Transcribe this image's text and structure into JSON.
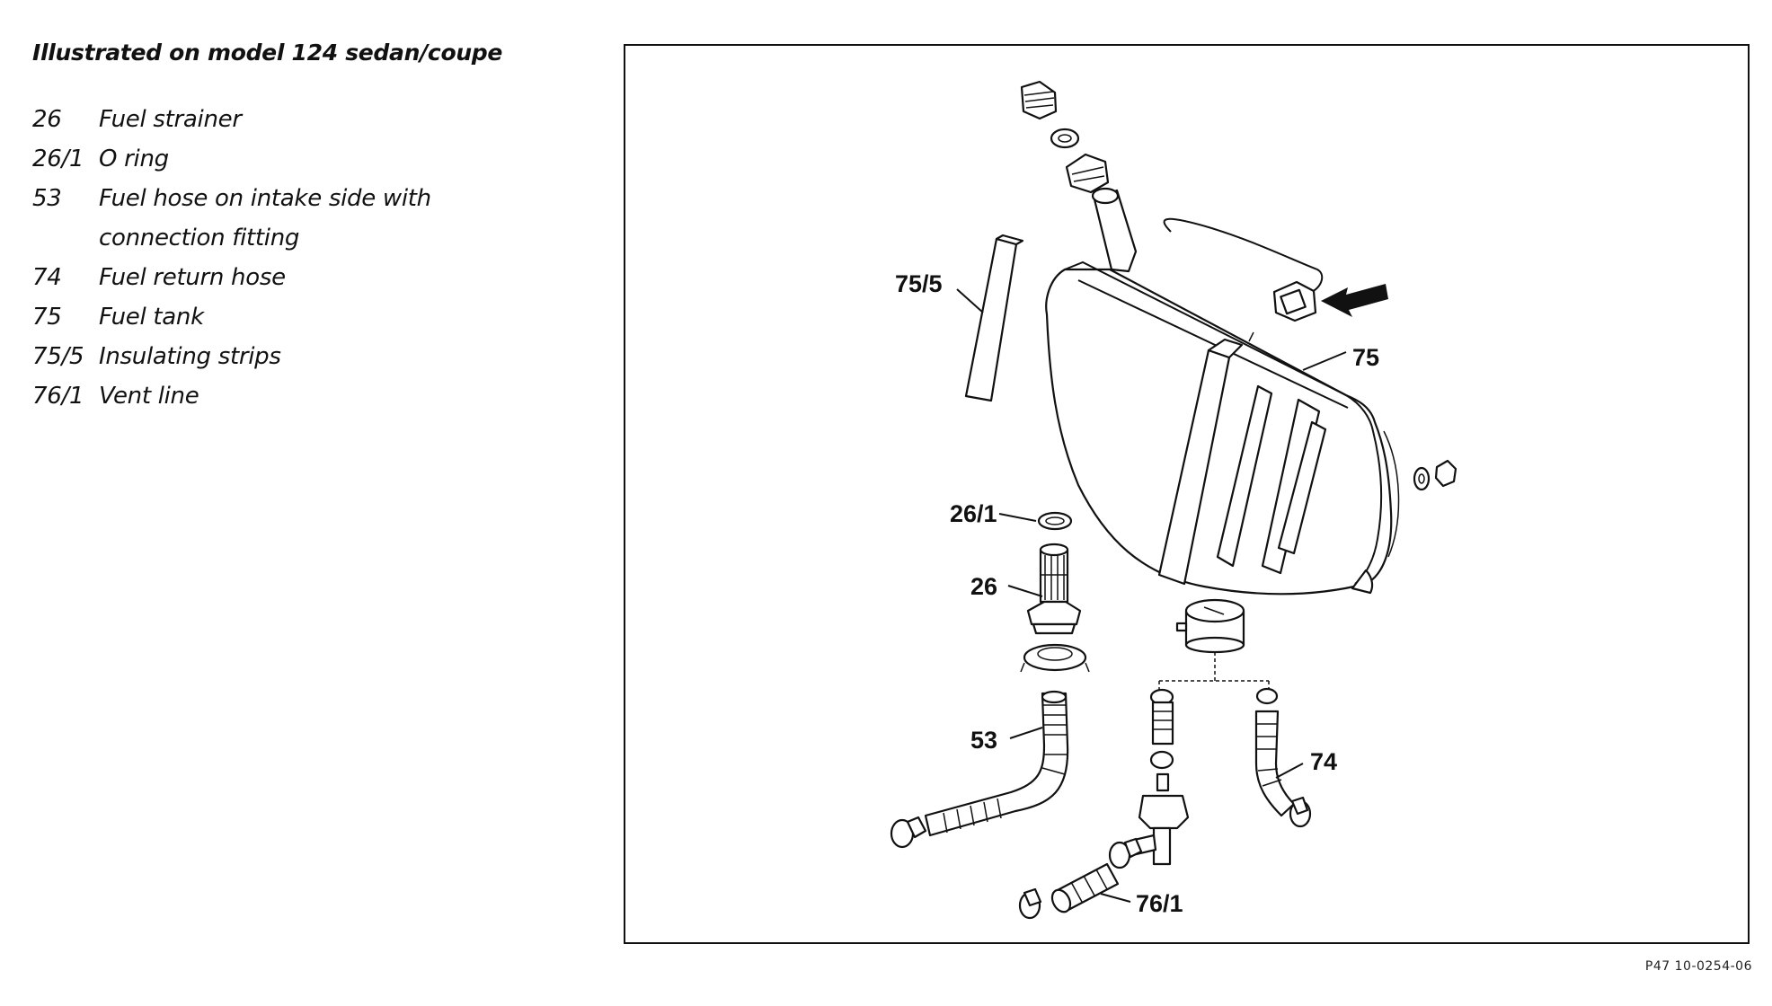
{
  "legend": {
    "title": "Illustrated on model 124 sedan/coupe",
    "items": [
      {
        "num": "26",
        "text": "Fuel strainer"
      },
      {
        "num": "26/1",
        "text": "O ring"
      },
      {
        "num": "53",
        "text": "Fuel hose on intake side with"
      },
      {
        "num": "",
        "text": "connection fitting"
      },
      {
        "num": "74",
        "text": "Fuel return hose"
      },
      {
        "num": "75",
        "text": "Fuel tank"
      },
      {
        "num": "75/5",
        "text": "Insulating strips"
      },
      {
        "num": "76/1",
        "text": "Vent line"
      }
    ]
  },
  "diagram": {
    "callouts": {
      "c75_5": "75/5",
      "c75": "75",
      "c26_1": "26/1",
      "c26": "26",
      "c53": "53",
      "c74": "74",
      "c76_1": "76/1"
    }
  },
  "reference": "P47 10-0254-06"
}
